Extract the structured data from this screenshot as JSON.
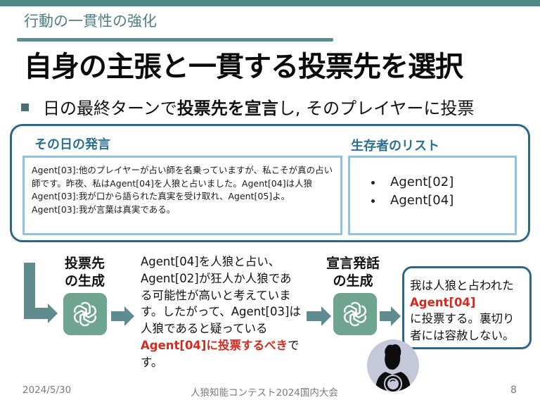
{
  "colors": {
    "top_bar": "#4f878a",
    "section_title": "#4e7f86",
    "panel_border": "#2d6787",
    "panel_heading": "#2a6f94",
    "inner_box_border": "#8ec3e2",
    "flow_arrow": "#5f8d8f",
    "gpt_icon_bg": "#6fa491",
    "highlight_red": "#d42b20",
    "avatar_bg": "#c4c8d8",
    "footer_text": "#7a7a7a"
  },
  "header": {
    "section_title": "行動の一貫性の強化",
    "main_title": "自身の主張と一貫する投票先を選択"
  },
  "bullet": {
    "before": "日の最終ターンで",
    "bold": "投票先を宣言",
    "after": "し, そのプレイヤーに投票"
  },
  "context_panel": {
    "talk": {
      "heading": "その日の発言",
      "lines": [
        "Agent[03]:他のプレイヤーが占い師を名乗っていますが、私こそが真の占い師です。昨夜、私はAgent[04]を人狼と占いました。Agent[04]は人狼",
        "Agent[03]:我が口から語られた真実を受け取れ、Agent[05]よ。",
        "Agent[03]:我が言葉は真実である。"
      ]
    },
    "survivors": {
      "heading": "生存者のリスト",
      "items": [
        "Agent[02]",
        "Agent[04]"
      ]
    }
  },
  "flow": {
    "step1": {
      "label_line1": "投票先",
      "label_line2": "の生成",
      "icon": "openai-logo-icon"
    },
    "reasoning": {
      "text": "Agent[04]を人狼と占い、Agent[02]が狂人か人狼である可能性が高いと考えています。したがって、Agent[03]は人狼であると疑っている",
      "highlight": "Agent[04]に投票するべき",
      "tail": "です。"
    },
    "step2": {
      "label_line1": "宣言発話",
      "label_line2": "の生成",
      "icon": "openai-logo-icon"
    },
    "speech": {
      "line1": "我は人狼と占われた",
      "highlight": "Agent[04]",
      "line2": "に投票する。裏切り者には容赦しない。"
    },
    "avatar_icon": "fortune-teller-avatar-icon"
  },
  "footer": {
    "date": "2024/5/30",
    "title": "人狼知能コンテスト2024国内大会",
    "page": "8"
  }
}
